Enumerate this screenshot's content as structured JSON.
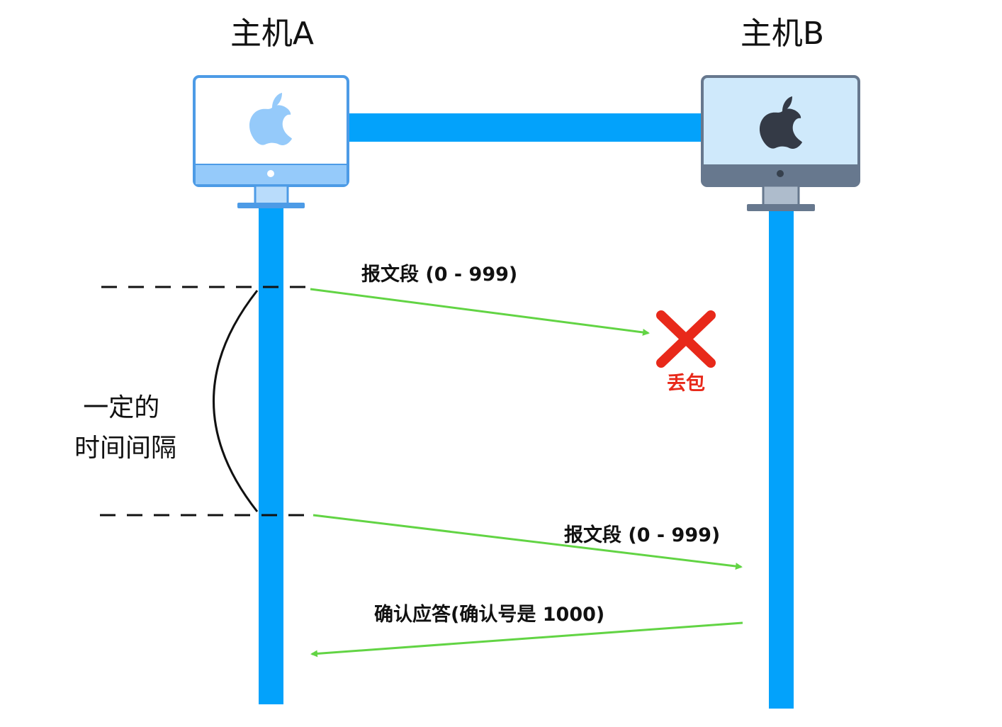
{
  "hosts": {
    "a": {
      "title": "主机A"
    },
    "b": {
      "title": "主机B"
    }
  },
  "messages": [
    {
      "label": "报文段 (0 - 999)",
      "direction": "A→B",
      "status": "lost"
    },
    {
      "label": "报文段 (0 - 999)",
      "direction": "A→B",
      "status": "delivered"
    },
    {
      "label": "确认应答(确认号是 1000)",
      "direction": "B→A",
      "status": "delivered"
    }
  ],
  "loss": {
    "label": "丢包"
  },
  "interval": {
    "line1": "一定的",
    "line2": "时间间隔"
  },
  "icons": {
    "host_a": "imac-apple-icon",
    "host_b": "imac-apple-icon",
    "loss_mark": "red-x-icon"
  },
  "colors": {
    "link": "#03a2fb",
    "arrow": "#62d444",
    "loss": "#e8291a",
    "host_a_accent": "#95cafa",
    "host_b_screen": "#cfe9fb",
    "host_b_frame": "#67788e"
  }
}
